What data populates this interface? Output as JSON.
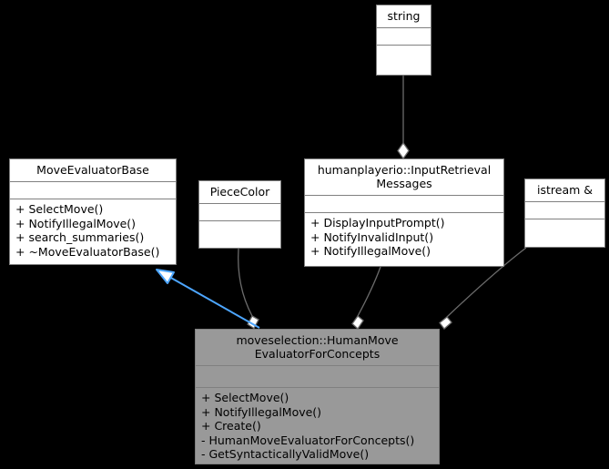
{
  "diagram": {
    "type": "uml-class-diagram",
    "background_color": "#000000",
    "box_border_color": "#808080",
    "plain_fill": "#ffffff",
    "highlight_fill": "#999999",
    "inheritance_edge_color": "#4da6ff",
    "association_edge_color": "#6b6b6b"
  },
  "classes": {
    "string": {
      "name": "string",
      "attributes": [],
      "operations": []
    },
    "move_evaluator_base": {
      "name": "MoveEvaluatorBase",
      "attributes": [],
      "operations": [
        "+ SelectMove()",
        "+ NotifyIllegalMove()",
        "+ search_summaries()",
        "+ ~MoveEvaluatorBase()"
      ]
    },
    "piece_color": {
      "name": "PieceColor",
      "attributes": [],
      "operations": []
    },
    "input_retrieval_messages": {
      "name": "humanplayerio::InputRetrieval\nMessages",
      "attributes": [],
      "operations": [
        "+ DisplayInputPrompt()",
        "+ NotifyInvalidInput()",
        "+ NotifyIllegalMove()"
      ]
    },
    "istream_ref": {
      "name": "istream &",
      "attributes": [],
      "operations": []
    },
    "human_move_evaluator": {
      "name": "moveselection::HumanMove\nEvaluatorForConcepts",
      "attributes": [],
      "operations": [
        "+ SelectMove()",
        "+ NotifyIllegalMove()",
        "+ Create()",
        "- HumanMoveEvaluatorForConcepts()",
        "- GetSyntacticallyValidMove()"
      ]
    }
  },
  "relationships": [
    {
      "id": "string-to-input-retrieval",
      "kind": "aggregation",
      "from": "string",
      "to": "input_retrieval_messages",
      "label": ""
    },
    {
      "id": "base-to-human-evaluator",
      "kind": "inheritance",
      "from": "human_move_evaluator",
      "to": "move_evaluator_base",
      "label": ""
    },
    {
      "id": "piece-color-to-human-evaluator",
      "kind": "aggregation",
      "from": "piece_color",
      "to": "human_move_evaluator",
      "label": ""
    },
    {
      "id": "input-retrieval-to-human-evaluator",
      "kind": "aggregation",
      "from": "input_retrieval_messages",
      "to": "human_move_evaluator",
      "label": ""
    },
    {
      "id": "istream-to-human-evaluator",
      "kind": "aggregation",
      "from": "istream_ref",
      "to": "human_move_evaluator",
      "label": ""
    }
  ]
}
